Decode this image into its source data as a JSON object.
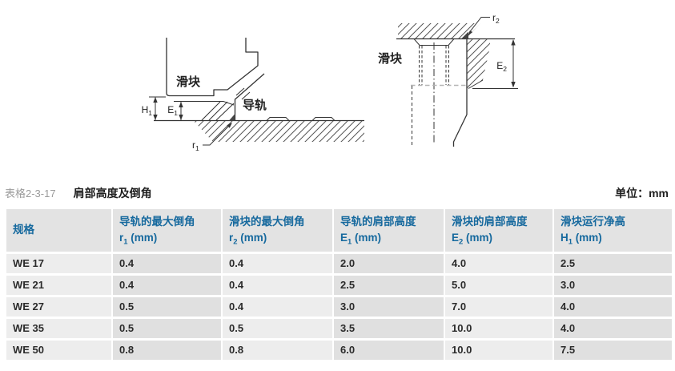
{
  "caption": {
    "number": "表格2-3-17",
    "title": "肩部高度及倒角",
    "unit": "单位：mm"
  },
  "diagrams": {
    "left": {
      "slider_label": "滑块",
      "rail_label": "导轨",
      "h1": {
        "sym": "H",
        "sub": "1"
      },
      "e1": {
        "sym": "E",
        "sub": "1"
      },
      "r1": {
        "sym": "r",
        "sub": "1"
      }
    },
    "right": {
      "slider_label": "滑块",
      "r2": {
        "sym": "r",
        "sub": "2"
      },
      "e2": {
        "sym": "E",
        "sub": "2"
      }
    }
  },
  "table": {
    "columns": [
      {
        "zh": "规格",
        "sym": "",
        "sub": "",
        "unit": ""
      },
      {
        "zh": "导轨的最大倒角",
        "sym": "r",
        "sub": "1",
        "unit": " (mm)"
      },
      {
        "zh": "滑块的最大倒角",
        "sym": "r",
        "sub": "2",
        "unit": " (mm)"
      },
      {
        "zh": "导轨的肩部高度",
        "sym": "E",
        "sub": "1",
        "unit": " (mm)"
      },
      {
        "zh": "滑块的肩部高度",
        "sym": "E",
        "sub": "2",
        "unit": " (mm)"
      },
      {
        "zh": "滑块运行净高",
        "sym": "H",
        "sub": "1",
        "unit": " (mm)"
      }
    ],
    "rows": [
      {
        "spec": "WE 17",
        "r1": "0.4",
        "r2": "0.4",
        "e1": "2.0",
        "e2": "4.0",
        "h1": "2.5"
      },
      {
        "spec": "WE 21",
        "r1": "0.4",
        "r2": "0.4",
        "e1": "2.5",
        "e2": "5.0",
        "h1": "3.0"
      },
      {
        "spec": "WE 27",
        "r1": "0.5",
        "r2": "0.4",
        "e1": "3.0",
        "e2": "7.0",
        "h1": "4.0"
      },
      {
        "spec": "WE 35",
        "r1": "0.5",
        "r2": "0.5",
        "e1": "3.5",
        "e2": "10.0",
        "h1": "4.0"
      },
      {
        "spec": "WE 50",
        "r1": "0.8",
        "r2": "0.8",
        "e1": "6.0",
        "e2": "10.0",
        "h1": "7.5"
      }
    ]
  },
  "colors": {
    "header_text": "#16699e",
    "header_bg": "#e3e3e3",
    "column_light": "#ededed",
    "column_dark": "#e0e0e0",
    "body_text": "#2b2b2b",
    "caption_number_gray": "#9b9b9b",
    "diagram_line": "#333333"
  }
}
